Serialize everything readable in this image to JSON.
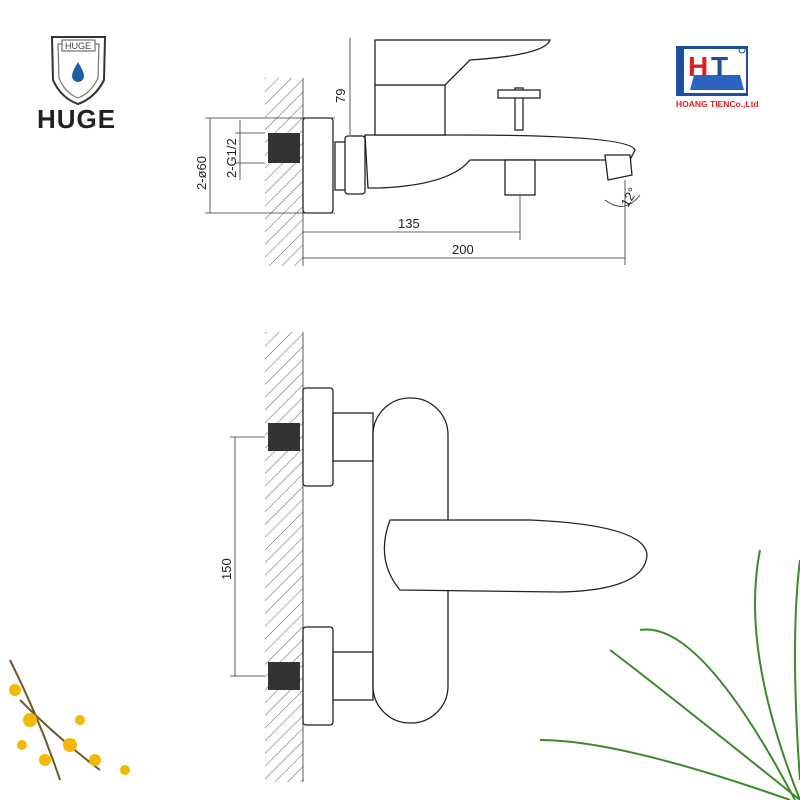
{
  "logos": {
    "left_brand": "HUGE",
    "left_brand_shield": "HUGE",
    "right_brand_mark": "HT",
    "right_brand_name": "HOANG TIENCo.,Ltd"
  },
  "dimensions": {
    "height_79": "79",
    "diameter": "2-ø60",
    "thread": "2-G1/2",
    "length_135": "135",
    "length_200": "200",
    "angle": "12°",
    "spacing_150": "150"
  },
  "colors": {
    "brand_blue": "#1f4e9c",
    "brand_red": "#e02020",
    "line": "#222222"
  }
}
